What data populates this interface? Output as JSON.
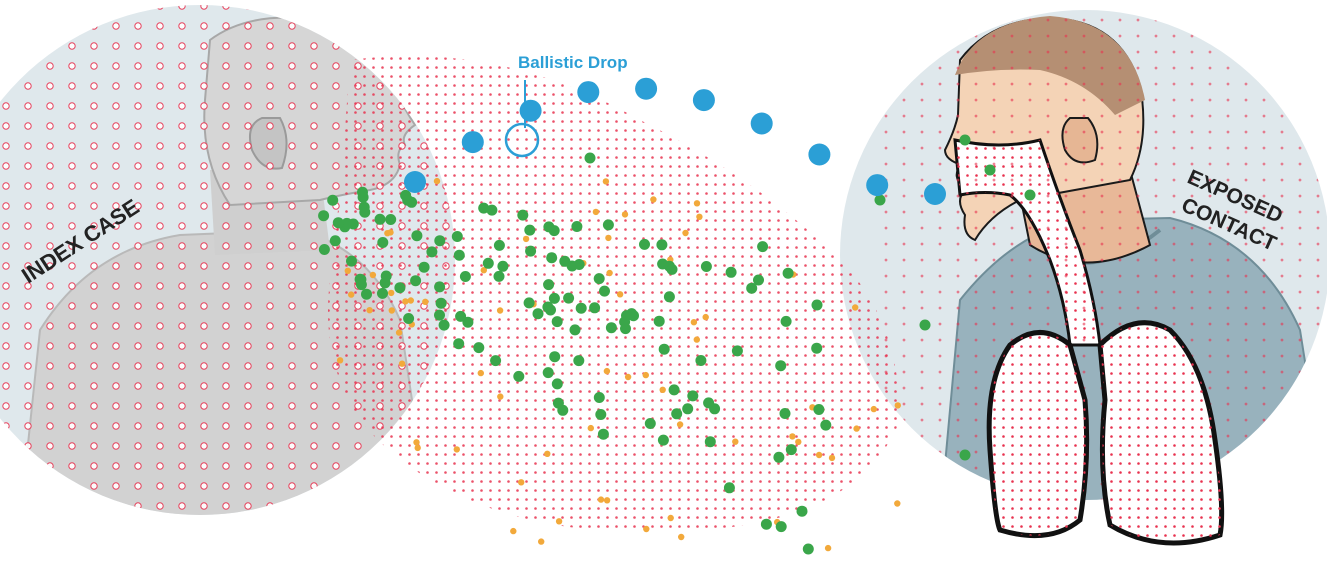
{
  "labels": {
    "index_case": "INDEX CASE",
    "exposed_contact_line1": "EXPOSED",
    "exposed_contact_line2": "CONTACT",
    "ballistic_drop": "Ballistic Drop"
  },
  "colors": {
    "background": "#ffffff",
    "halo": "#dfe8ec",
    "index_person": "#d2d2d2",
    "index_person_dark": "#9a9a9a",
    "skin": "#f4d3b6",
    "skin_shadow": "#e1b08a",
    "hair": "#b58f73",
    "shirt": "#98b2bd",
    "shirt_dark": "#6f8d98",
    "ballistic": "#2b9fd6",
    "small_aerosol": "#e8324f",
    "medium_droplet": "#f2a93b",
    "large_droplet": "#3aa64a",
    "outline": "#111111",
    "label": "#222222"
  },
  "icons": {
    "index_case": "index-case-person-icon",
    "exposed_contact": "exposed-contact-person-icon",
    "lungs": "lungs-icon"
  },
  "particles": {
    "ballistic_drop_count": 10,
    "large_droplet_count": 130,
    "medium_droplet_count": 70,
    "seed": 7
  }
}
